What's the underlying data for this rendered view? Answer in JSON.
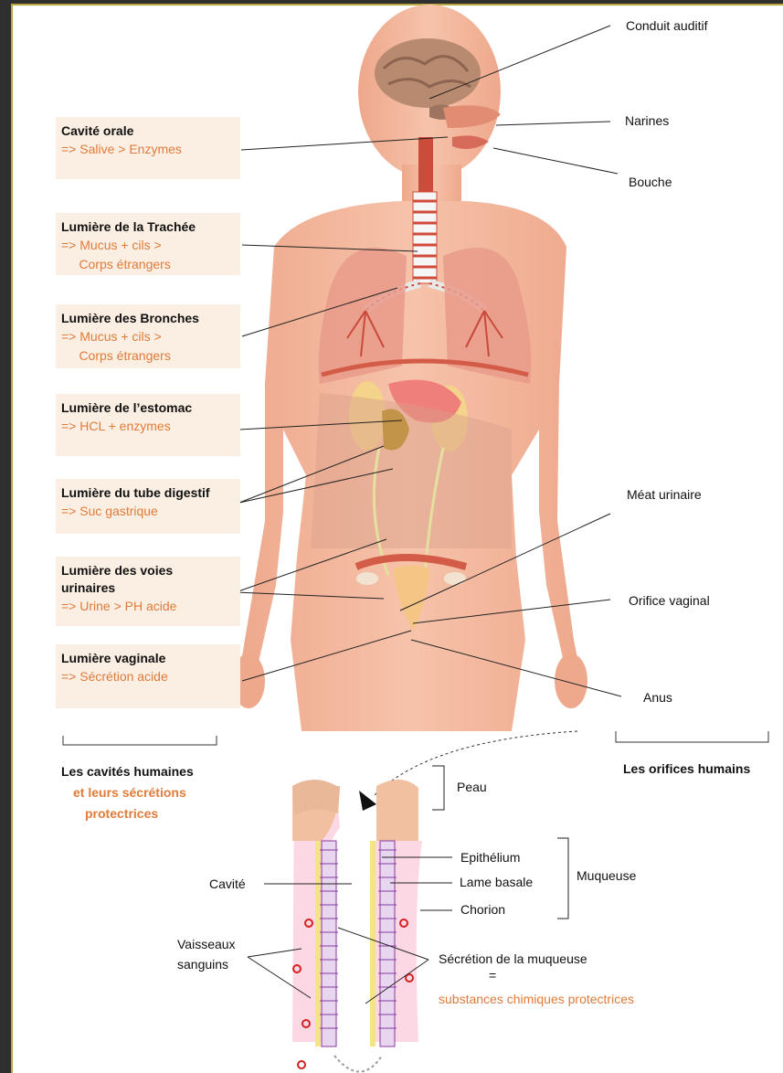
{
  "cavities": [
    {
      "title": "Cavité orale",
      "secretion": "=> Salive > Enzymes"
    },
    {
      "title": "Lumière de la Trachée",
      "secretion": "=> Mucus + cils >\n     Corps étrangers"
    },
    {
      "title": "Lumière des Bronches",
      "secretion": "=> Mucus + cils >\n     Corps étrangers"
    },
    {
      "title": "Lumière de l’estomac",
      "secretion": "=> HCL + enzymes"
    },
    {
      "title": "Lumière du tube digestif",
      "secretion": "=> Suc gastrique"
    },
    {
      "title": "Lumière des voies\nurinaires",
      "secretion": "=> Urine > PH acide"
    },
    {
      "title": "Lumière vaginale",
      "secretion": "=> Sécrétion acide"
    }
  ],
  "orifices": [
    "Conduit auditif",
    "Narines",
    "Bouche",
    "Méat urinaire",
    "Orifice vaginal",
    "Anus"
  ],
  "captions": {
    "cavities_line1": "Les cavités humaines",
    "cavities_line2": "et leurs sécrétions",
    "cavities_line3": "protectrices",
    "orifices": "Les orifices humains"
  },
  "mucosa": {
    "peau": "Peau",
    "epithelium": "Epithélium",
    "lame_basale": "Lame basale",
    "chorion": "Chorion",
    "muqueuse": "Muqueuse",
    "cavite": "Cavité",
    "vaisseaux1": "Vaisseaux",
    "vaisseaux2": "sanguins",
    "secretion": "Sécrétion de la muqueuse",
    "equals": "=",
    "substances": "substances chimiques  protectrices"
  },
  "colors": {
    "accent": "#e07b39",
    "box_bg": "#fbeee3",
    "skin": "#f2b49a",
    "frame": "#2f2f2f",
    "frame_border": "#b8a640"
  }
}
